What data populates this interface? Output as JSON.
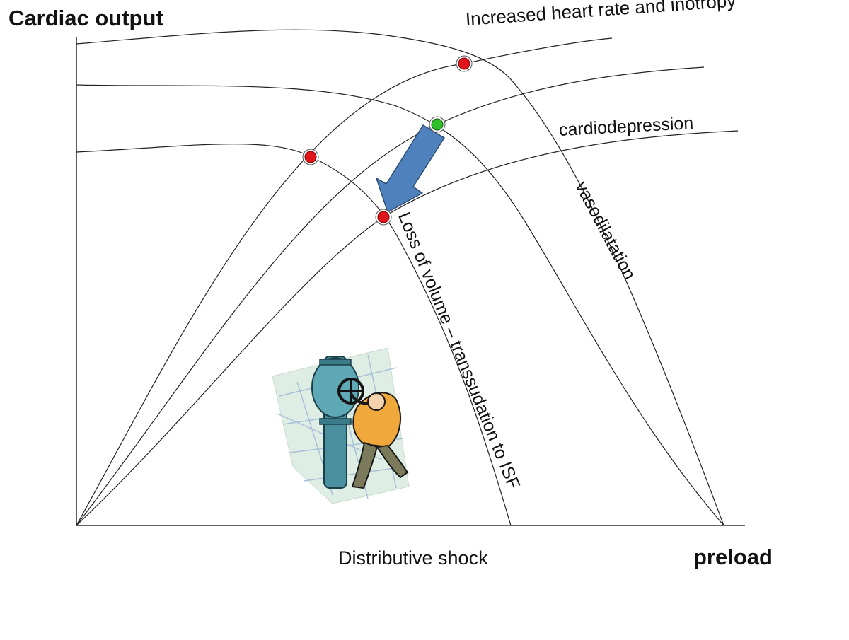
{
  "title": "Cardiac output",
  "xlabel": "preload",
  "caption": "Distributive shock",
  "annotations": {
    "inotropy": "Increased heart rate and inotropy",
    "cardiodepression": "cardiodepression",
    "vasodilatation": "vasodilatation",
    "volume_loss": "Loss of volume – transsudation to ISF"
  },
  "colors": {
    "curve": "#222222",
    "point_red": "#e0141b",
    "point_green": "#2fbf2a",
    "arrow": "#4f81bd",
    "arrow_edge": "#2c4d76"
  },
  "points": [
    {
      "name": "inotropy-point",
      "state": "shock",
      "color": "red"
    },
    {
      "name": "baseline-point",
      "state": "normal",
      "color": "green"
    },
    {
      "name": "cardiodepression-point",
      "state": "shock",
      "color": "red"
    },
    {
      "name": "volume-loss-point",
      "state": "shock",
      "color": "red"
    }
  ],
  "icons": [
    "shift-arrow-icon",
    "valve-worker-clipart-icon"
  ]
}
